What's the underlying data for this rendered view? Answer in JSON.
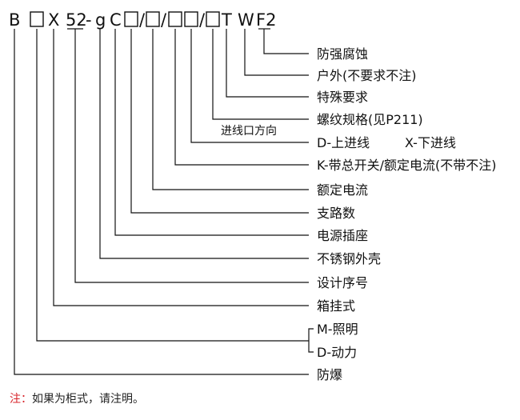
{
  "model_code": {
    "segments": [
      "B",
      "□",
      "X",
      "52",
      "-",
      "g",
      "C",
      "□",
      "/",
      "□",
      "/",
      "□",
      "□",
      "/",
      "□",
      "T",
      "W",
      "F2"
    ]
  },
  "labels": {
    "anticorrosion": "防强腐蚀",
    "outdoor": "户外(不要求不注)",
    "special": "特殊要求",
    "spec": "螺纹规格(见P211)",
    "direction_title": "进线口方向",
    "direction_up": "D-上进线",
    "direction_down": "X-下进线",
    "main_switch": "K-带总开关/额定电流(不带不注)",
    "rated_current": "额定电流",
    "branches": "支路数",
    "socket": "电源插座",
    "stainless_shell": "不锈钢外壳",
    "design_number": "设计序号",
    "box_type": "箱挂式",
    "lighting": "M-照明",
    "power": "D-动力",
    "explosion_proof": "防爆"
  },
  "note": {
    "prefix": "注：",
    "text": "如果为柜式，请注明。"
  },
  "colors": {
    "line": "#111111",
    "note_prefix": "#d8262c"
  }
}
